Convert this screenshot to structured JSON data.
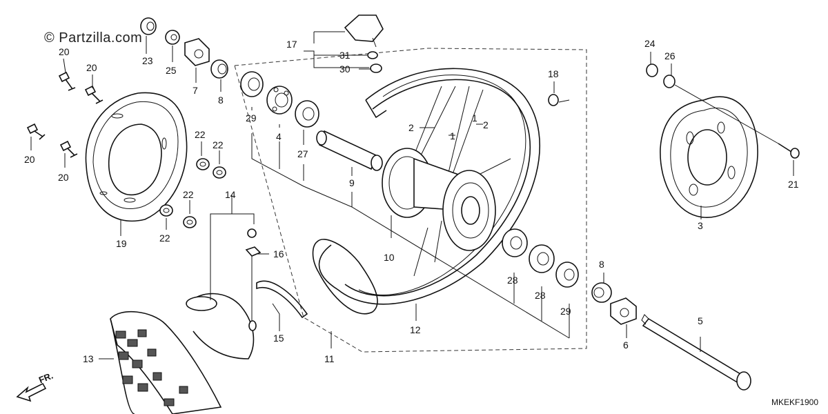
{
  "watermark": "© Partzilla.com",
  "diagram_code": "MKEKF1900",
  "direction_label": "FR.",
  "callouts": {
    "p1a": "1",
    "p1b": "1",
    "p2a": "2",
    "p2b": "2",
    "p3": "3",
    "p4": "4",
    "p5": "5",
    "p6": "6",
    "p7": "7",
    "p8a": "8",
    "p8b": "8",
    "p9": "9",
    "p10": "10",
    "p11": "11",
    "p12": "12",
    "p13": "13",
    "p14": "14",
    "p15": "15",
    "p16": "16",
    "p17": "17",
    "p18": "18",
    "p19": "19",
    "p20a": "20",
    "p20b": "20",
    "p20c": "20",
    "p20d": "20",
    "p21": "21",
    "p22a": "22",
    "p22b": "22",
    "p22c": "22",
    "p22d": "22",
    "p23": "23",
    "p24": "24",
    "p25": "25",
    "p26": "26",
    "p27": "27",
    "p28a": "28",
    "p28b": "28",
    "p29a": "29",
    "p29b": "29",
    "p30": "30",
    "p31": "31"
  }
}
